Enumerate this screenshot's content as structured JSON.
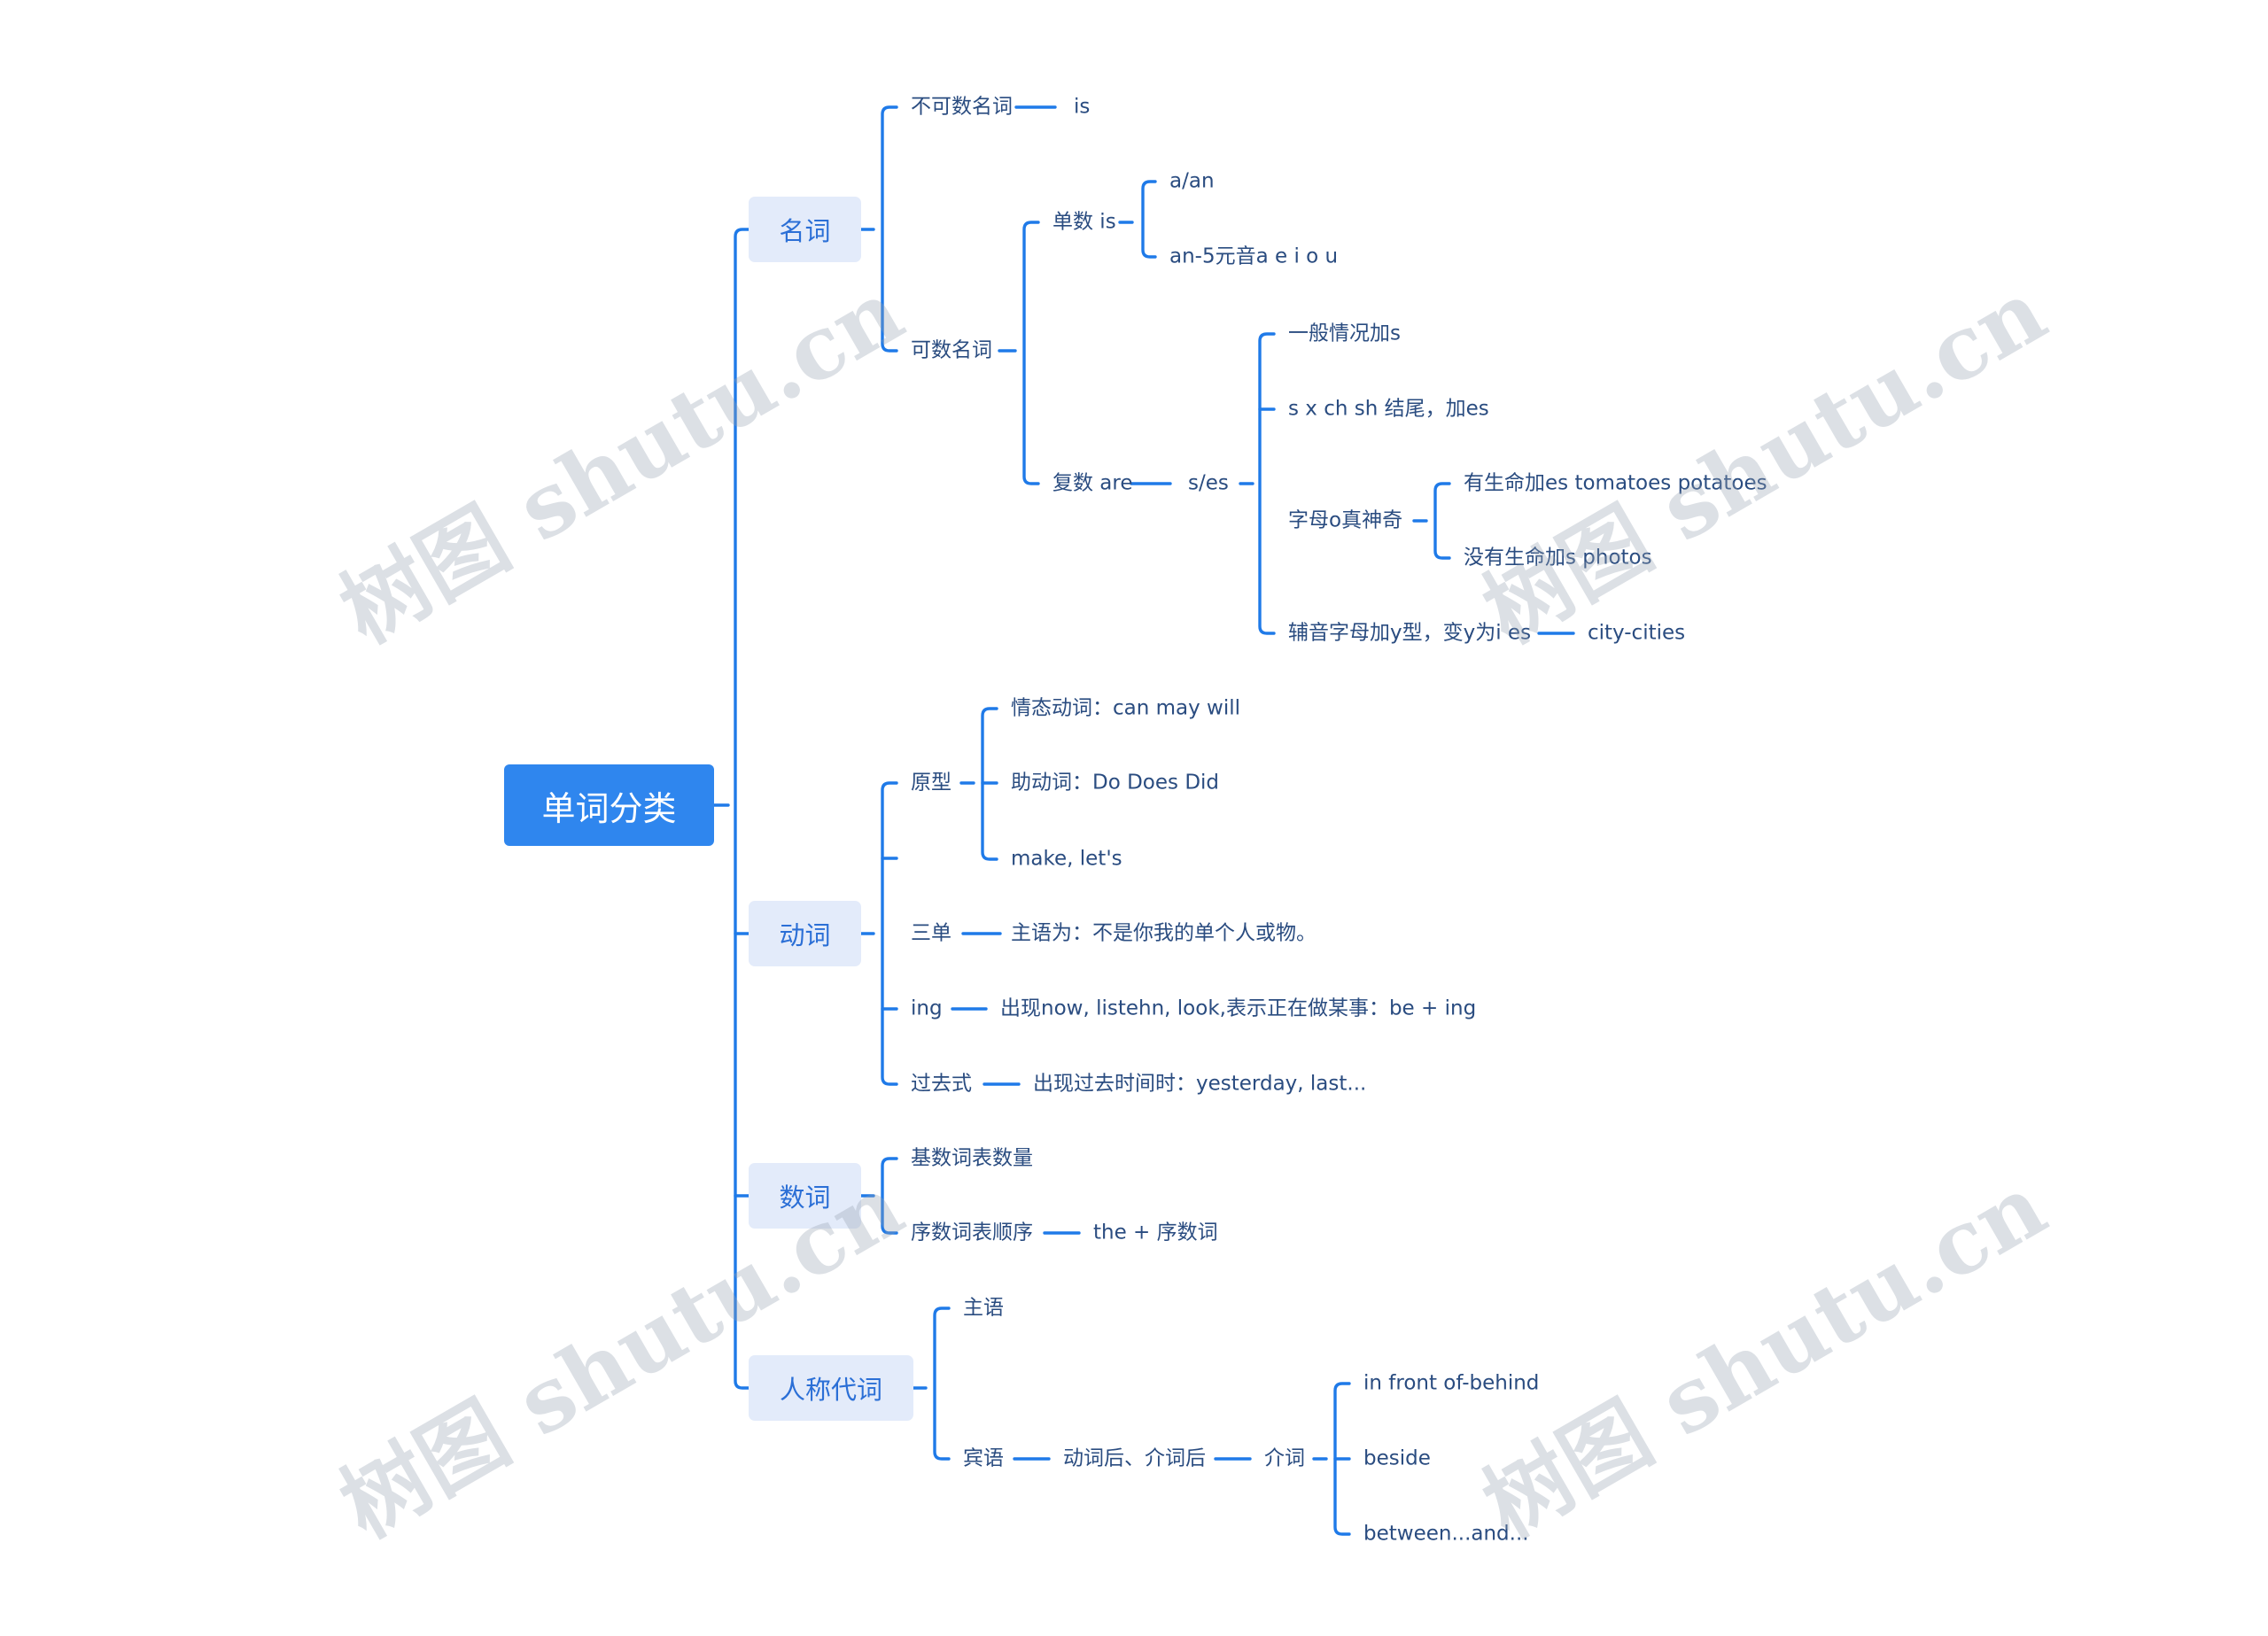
{
  "root": "单词分类",
  "categories": {
    "noun": "名词",
    "verb": "动词",
    "numeral": "数词",
    "pronoun": "人称代词"
  },
  "noun": {
    "uncountable": "不可数名词",
    "uncountable_is": "is",
    "countable": "可数名词",
    "singular": "单数 is",
    "a_an": "a/an",
    "an_rule": "an-5元音a e i o u",
    "plural": "复数 are",
    "s_es": "s/es",
    "general": "一般情况加s",
    "sxchsh": "s x ch sh 结尾，加es",
    "letter_o": "字母o真神奇",
    "alive": "有生命加es  tomatoes  potatoes",
    "not_alive": "没有生命加s photos",
    "consonant_y": "辅音字母加y型，变y为i es",
    "city": "city-cities"
  },
  "verb": {
    "base": "原型",
    "modal": "情态动词：can may will",
    "aux": "助动词：Do Does Did",
    "make": "make, let's",
    "third": "三单",
    "third_rule": "主语为：不是你我的单个人或物。",
    "ing": "ing",
    "ing_rule": "出现now, listehn, look,表示正在做某事：be + ing",
    "past": "过去式",
    "past_rule": "出现过去时间时：yesterday, last..."
  },
  "numeral": {
    "cardinal": "基数词表数量",
    "ordinal": "序数词表顺序",
    "ordinal_rule": "the + 序数词"
  },
  "pronoun": {
    "subject": "主语",
    "object": "宾语",
    "after": "动词后、介词后",
    "prep": "介词",
    "front": "in front of-behind",
    "beside": "beside",
    "between": "between...and..."
  },
  "watermark": "树图 shutu.cn"
}
